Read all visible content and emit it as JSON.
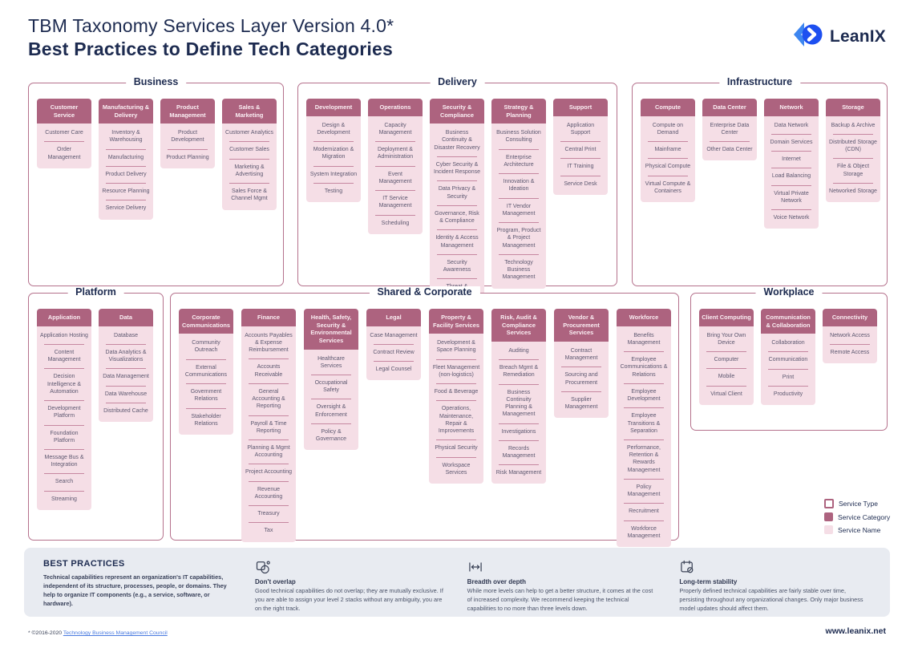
{
  "header": {
    "title_line1": "TBM Taxonomy Services Layer Version 4.0*",
    "title_line2": "Best Practices to Define Tech Categories",
    "brand": "LeanIX"
  },
  "colors": {
    "service_category": "#ad637f",
    "service_name_bg": "#f5dee6",
    "navy": "#1d2b50",
    "link_blue": "#4a7be0",
    "logo_blue_light": "#3d86f0",
    "logo_blue_dark": "#1d4ff0"
  },
  "sections": [
    {
      "name": "Business",
      "columns": [
        {
          "category": "Customer Service",
          "services": [
            "Customer Care",
            "Order Management"
          ]
        },
        {
          "category": "Manufacturing & Delivery",
          "services": [
            "Inventory & Warehousing",
            "Manufacturing",
            "Product Delivery",
            "Resource Planning",
            "Service Delivery"
          ]
        },
        {
          "category": "Product Management",
          "services": [
            "Product Development",
            "Product Planning"
          ]
        },
        {
          "category": "Sales & Marketing",
          "services": [
            "Customer Analytics",
            "Customer Sales",
            "Marketing & Advertising",
            "Sales Force & Channel Mgmt"
          ]
        }
      ]
    },
    {
      "name": "Delivery",
      "columns": [
        {
          "category": "Development",
          "services": [
            "Design & Development",
            "Modernization & Migration",
            "System Integration",
            "Testing"
          ]
        },
        {
          "category": "Operations",
          "services": [
            "Capacity Management",
            "Deployment & Administration",
            "Event Management",
            "IT Service Management",
            "Scheduling"
          ]
        },
        {
          "category": "Security & Compliance",
          "services": [
            "Business Continuity & Disaster Recovery",
            "Cyber Security & Incident Response",
            "Data Privacy & Security",
            "Governance, Risk & Compliance",
            "Identity & Access Management",
            "Security Awareness",
            "Threat & Vulnerability Mgmt"
          ]
        },
        {
          "category": "Strategy & Planning",
          "services": [
            "Business Solution Consulting",
            "Enterprise Architecture",
            "Innovation & Ideation",
            "IT Vendor Management",
            "Program, Product & Project Management",
            "Technology Business Management"
          ]
        },
        {
          "category": "Support",
          "services": [
            "Application Support",
            "Central Print",
            "IT Training",
            "Service Desk"
          ]
        }
      ]
    },
    {
      "name": "Infrastructure",
      "columns": [
        {
          "category": "Compute",
          "services": [
            "Compute on Demand",
            "Mainframe",
            "Physical Compute",
            "Virtual Compute & Containers"
          ]
        },
        {
          "category": "Data Center",
          "services": [
            "Enterprise Data Center",
            "Other Data Center"
          ]
        },
        {
          "category": "Network",
          "services": [
            "Data Network",
            "Domain Services",
            "Internet",
            "Load Balancing",
            "Virtual Private Network",
            "Voice Network"
          ]
        },
        {
          "category": "Storage",
          "services": [
            "Backup & Archive",
            "Distributed Storage (CDN)",
            "File & Object Storage",
            "Networked Storage"
          ]
        }
      ]
    },
    {
      "name": "Platform",
      "columns": [
        {
          "category": "Application",
          "services": [
            "Application Hosting",
            "Content Management",
            "Decision Intelligence & Automation",
            "Development Platform",
            "Foundation Platform",
            "Message Bus & Integration",
            "Search",
            "Streaming"
          ]
        },
        {
          "category": "Data",
          "services": [
            "Database",
            "Data Analytics & Visualizations",
            "Data Management",
            "Data Warehouse",
            "Distributed Cache"
          ]
        }
      ]
    },
    {
      "name": "Shared & Corporate",
      "columns": [
        {
          "category": "Corporate Communications",
          "services": [
            "Community Outreach",
            "External Communications",
            "Government Relations",
            "Stakeholder Relations"
          ]
        },
        {
          "category": "Finance",
          "services": [
            "Accounts Payables & Expense Reimbursement",
            "Accounts Receivable",
            "General Accounting & Reporting",
            "Payroll & Time Reporting",
            "Planning & Mgmt Accounting",
            "Project Accounting",
            "Revenue Accounting",
            "Treasury",
            "Tax"
          ]
        },
        {
          "category": "Health, Safety, Security & Environmental Services",
          "services": [
            "Healthcare Services",
            "Occupational Safety",
            "Oversight & Enforcement",
            "Policy & Governance"
          ]
        },
        {
          "category": "Legal",
          "services": [
            "Case Management",
            "Contract Review",
            "Legal Counsel"
          ]
        },
        {
          "category": "Property & Facility Services",
          "services": [
            "Development & Space Planning",
            "Fleet Management (non-logistics)",
            "Food & Beverage",
            "Operations, Maintenance, Repair & Improvements",
            "Physical Security",
            "Workspace Services"
          ]
        },
        {
          "category": "Risk, Audit & Compliance Services",
          "services": [
            "Auditing",
            "Breach Mgmt & Remediation",
            "Business Continuity Planning & Management",
            "Investigations",
            "Records Management",
            "Risk Management"
          ]
        },
        {
          "category": "Vendor & Procurement Services",
          "services": [
            "Contract Management",
            "Sourcing and Procurement",
            "Supplier Management"
          ]
        },
        {
          "category": "Workforce",
          "services": [
            "Benefits Management",
            "Employee Communications & Relations",
            "Employee Development",
            "Employee Transitions & Separation",
            "Performance, Retention & Rewards Management",
            "Policy Management",
            "Recruitment",
            "Workforce Management"
          ]
        }
      ]
    },
    {
      "name": "Workplace",
      "columns": [
        {
          "category": "Client Computing",
          "services": [
            "Bring Your Own Device",
            "Computer",
            "Mobile",
            "Virtual Client"
          ]
        },
        {
          "category": "Communication & Collaboration",
          "services": [
            "Collaboration",
            "Communication",
            "Print",
            "Productivity"
          ]
        },
        {
          "category": "Connectivity",
          "services": [
            "Network Access",
            "Remote Access"
          ]
        }
      ]
    }
  ],
  "legend": {
    "items": [
      {
        "label": "Service Type",
        "style": "type"
      },
      {
        "label": "Service Category",
        "style": "category"
      },
      {
        "label": "Service Name",
        "style": "name"
      }
    ]
  },
  "best_practices": {
    "heading": "BEST PRACTICES",
    "intro": "Technical capabilities represent an organization's IT capabilities, independent of its structure, processes, people, or domains. They help to organize IT components (e.g., a service, software, or hardware).",
    "tips": [
      {
        "icon": "overlap-icon",
        "title": "Don't overlap",
        "text": "Good technical capabilities do not overlap; they are mutually exclusive. If you are able to assign your level 2 stacks without any ambiguity, you are on the right track."
      },
      {
        "icon": "breadth-icon",
        "title": "Breadth over depth",
        "text": "While more levels can help to get a better structure, it comes at the cost of increased complexity. We recommend keeping the technical capabilities to no more than three levels down."
      },
      {
        "icon": "stability-icon",
        "title": "Long-term stability",
        "text": "Properly defined technical capabilities are fairly stable over time, persisting throughout any organizational changes. Only major business model updates should affect them."
      }
    ]
  },
  "footer": {
    "note_prefix": "* ©2016-2020 ",
    "link": "Technology Business Management Council",
    "site": "www.leanix.net"
  }
}
